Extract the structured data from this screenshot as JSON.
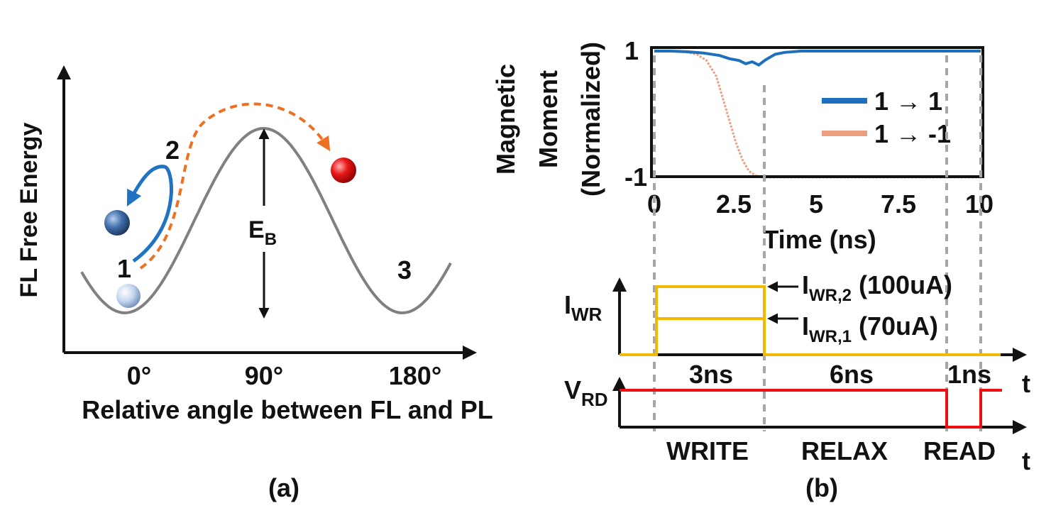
{
  "panel_a": {
    "caption": "(a)",
    "y_axis_label": "FL Free Energy",
    "x_axis_label": "Relative angle between FL and PL",
    "x_ticks": [
      "0°",
      "90°",
      "180°"
    ],
    "barrier_label_main": "E",
    "barrier_label_sub": "B",
    "state_labels": [
      "1",
      "2",
      "3"
    ],
    "colors": {
      "curve": "#808080",
      "path_no_switch": "#1f73c2",
      "path_switch": "#f07021",
      "ball_red": "#e01010",
      "ball_blue": "#3a6aa8",
      "ball_light": "#b8cde8"
    }
  },
  "panel_b": {
    "caption": "(b)",
    "chart_data": {
      "type": "line",
      "ylabel_lines": [
        "Magnetic",
        "Moment",
        "(Normalized)"
      ],
      "xlabel": "Time (ns)",
      "xlim": [
        0,
        10
      ],
      "ylim": [
        -1,
        1
      ],
      "x_ticks": [
        "0",
        "2.5",
        "5",
        "7.5",
        "10"
      ],
      "y_ticks": [
        "1",
        "-1"
      ],
      "legend_position": "right",
      "series": [
        {
          "name": "1 → 1",
          "color": "#1f6fbf",
          "x": [
            0,
            0.5,
            1.0,
            1.5,
            2.0,
            2.3,
            2.6,
            2.8,
            3.0,
            3.2,
            3.4,
            3.7,
            4.0,
            4.5,
            5.0,
            6.0,
            7.0,
            8.0,
            9.0,
            10.0
          ],
          "y": [
            1.0,
            1.0,
            0.99,
            0.97,
            0.93,
            0.88,
            0.85,
            0.8,
            0.83,
            0.78,
            0.86,
            0.95,
            0.98,
            1.0,
            1.0,
            1.0,
            1.0,
            1.0,
            1.0,
            1.0
          ]
        },
        {
          "name": "1 → -1",
          "color": "#ec9f80",
          "x": [
            0,
            0.5,
            1.0,
            1.3,
            1.6,
            1.9,
            2.1,
            2.3,
            2.5,
            2.7,
            2.9,
            3.1,
            3.3,
            3.6,
            4.0,
            5.0,
            6.0,
            7.0,
            8.0,
            9.0,
            10.0
          ],
          "y": [
            1.0,
            1.0,
            0.98,
            0.95,
            0.85,
            0.6,
            0.25,
            -0.1,
            -0.45,
            -0.72,
            -0.9,
            -0.97,
            -1.0,
            -1.0,
            -1.0,
            -1.0,
            -1.0,
            -1.0,
            -1.0,
            -1.0,
            -1.0
          ]
        }
      ]
    },
    "timing": {
      "iwr_label_main": "I",
      "iwr_label_sub": "WR",
      "vrd_label_main": "V",
      "vrd_label_sub": "RD",
      "iwr2_main": "I",
      "iwr2_sub": "WR,2",
      "iwr2_value": " (100uA)",
      "iwr1_main": "I",
      "iwr1_sub": "WR,1",
      "iwr1_value": " (70uA)",
      "t_label": "t",
      "durations": [
        "3ns",
        "6ns",
        "1ns"
      ],
      "phases": [
        "WRITE",
        "RELAX",
        "READ"
      ],
      "colors": {
        "iwr": "#f5b800",
        "vrd": "#ee1111"
      }
    }
  }
}
